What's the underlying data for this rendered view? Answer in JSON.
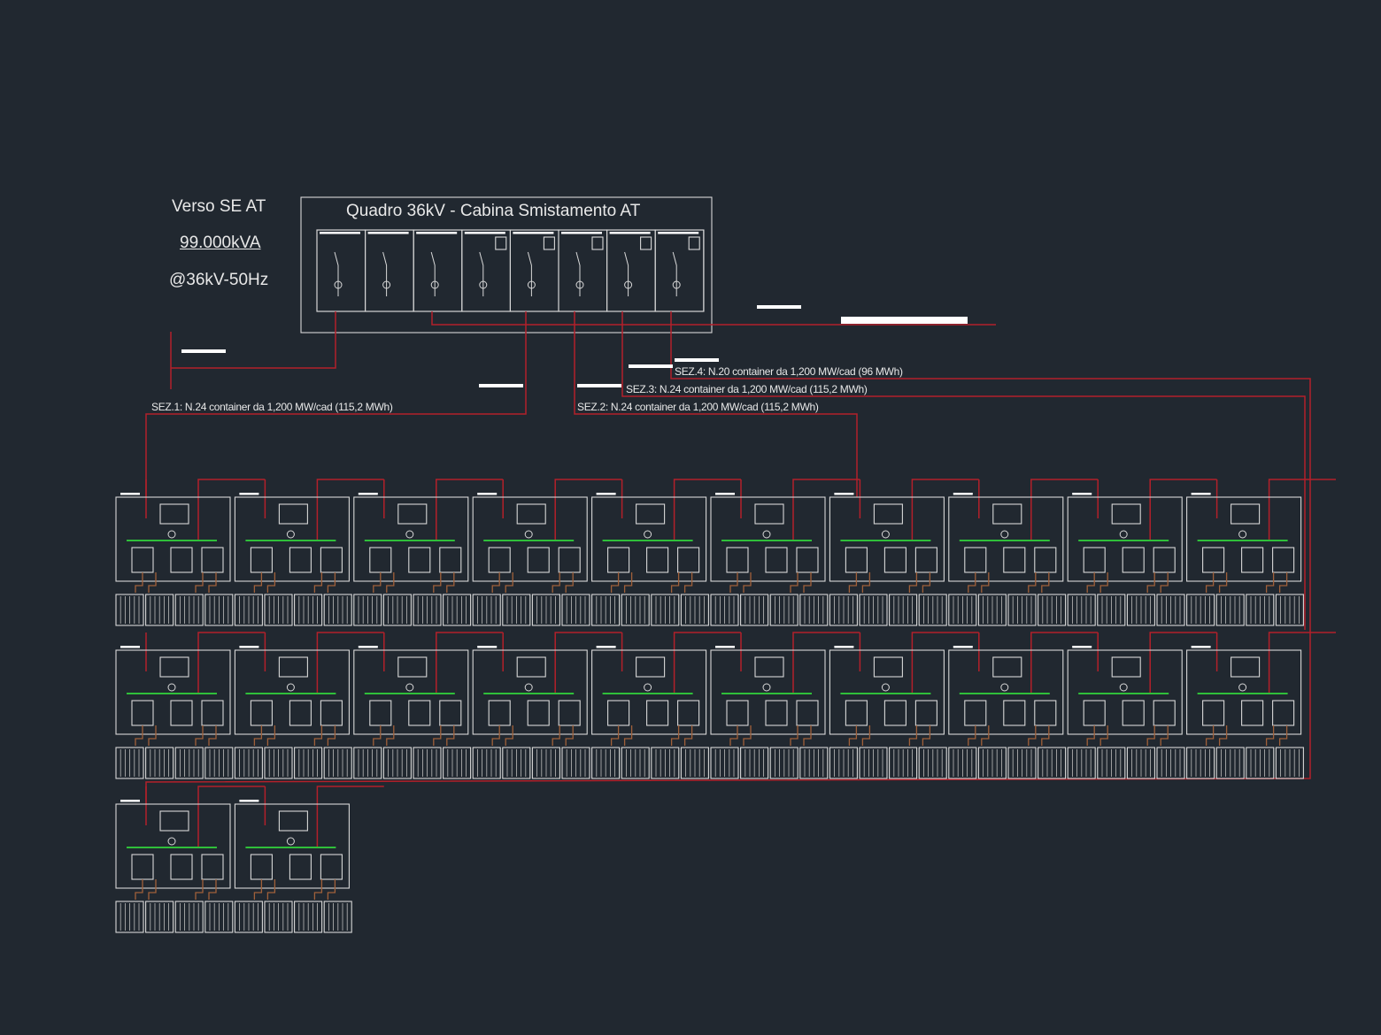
{
  "incoming": {
    "title": "Verso SE AT",
    "power": "99.000kVA",
    "rating": "@36kV-50Hz"
  },
  "switchgear": {
    "title": "Quadro 36kV - Cabina Smistamento AT",
    "panel_count": 8
  },
  "sections": [
    {
      "label": "SEZ.1: N.24 container da 1,200 MW/cad (115,2 MWh)"
    },
    {
      "label": "SEZ.2: N.24 container da 1,200 MW/cad (115,2 MWh)"
    },
    {
      "label": "SEZ.3: N.24 container da 1,200 MW/cad (115,2 MWh)"
    },
    {
      "label": "SEZ.4: N.20 container da 1,200 MW/cad (96 MWh)"
    }
  ],
  "layout_rows": [
    10,
    10,
    2
  ],
  "colors": {
    "background": "#212830",
    "line": "#d8d8d8",
    "cable_mv": "#b3202a",
    "busbar": "#2fbf3a",
    "cable_lv": "#a0603a"
  }
}
